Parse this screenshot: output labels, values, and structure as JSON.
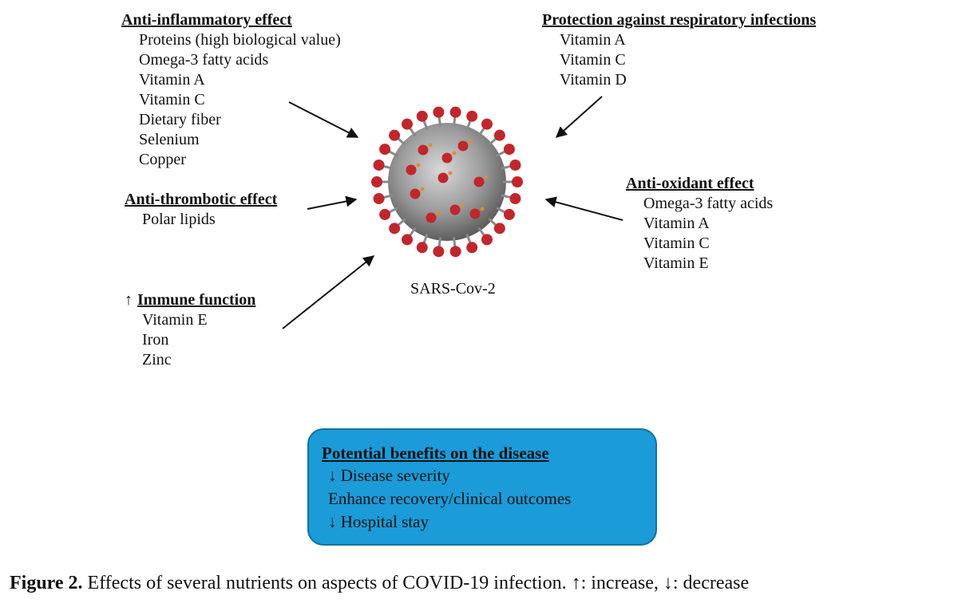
{
  "groups": {
    "anti_inflammatory": {
      "heading": "Anti-inflammatory effect",
      "items": [
        "Proteins (high biological value)",
        "Omega-3 fatty acids",
        "Vitamin A",
        "Vitamin C",
        "Dietary fiber",
        "Selenium",
        "Copper"
      ]
    },
    "anti_thrombotic": {
      "heading": "Anti-thrombotic effect",
      "items": [
        "Polar lipids"
      ]
    },
    "immune": {
      "prefix": "↑",
      "heading": "Immune function",
      "items": [
        "Vitamin E",
        "Iron",
        "Zinc"
      ]
    },
    "respiratory": {
      "heading": "Protection against respiratory infections",
      "items": [
        "Vitamin A",
        "Vitamin C",
        "Vitamin D"
      ]
    },
    "anti_oxidant": {
      "heading": "Anti-oxidant effect",
      "items": [
        "Omega-3 fatty acids",
        "Vitamin A",
        "Vitamin C",
        "Vitamin E"
      ]
    }
  },
  "virus": {
    "label": "SARS-Cov-2"
  },
  "benefits": {
    "heading": "Potential benefits on the disease",
    "items": [
      "↓ Disease severity",
      "Enhance recovery/clinical outcomes",
      "↓ Hospital stay"
    ]
  },
  "caption": {
    "label": "Figure 2.",
    "text": "Effects of several nutrients on aspects of COVID-19 infection. ↑: increase, ↓: decrease"
  },
  "colors": {
    "box_fill": "#1b9bd8",
    "spike": "#c0272d",
    "virus_body": "#9a9a9a"
  }
}
